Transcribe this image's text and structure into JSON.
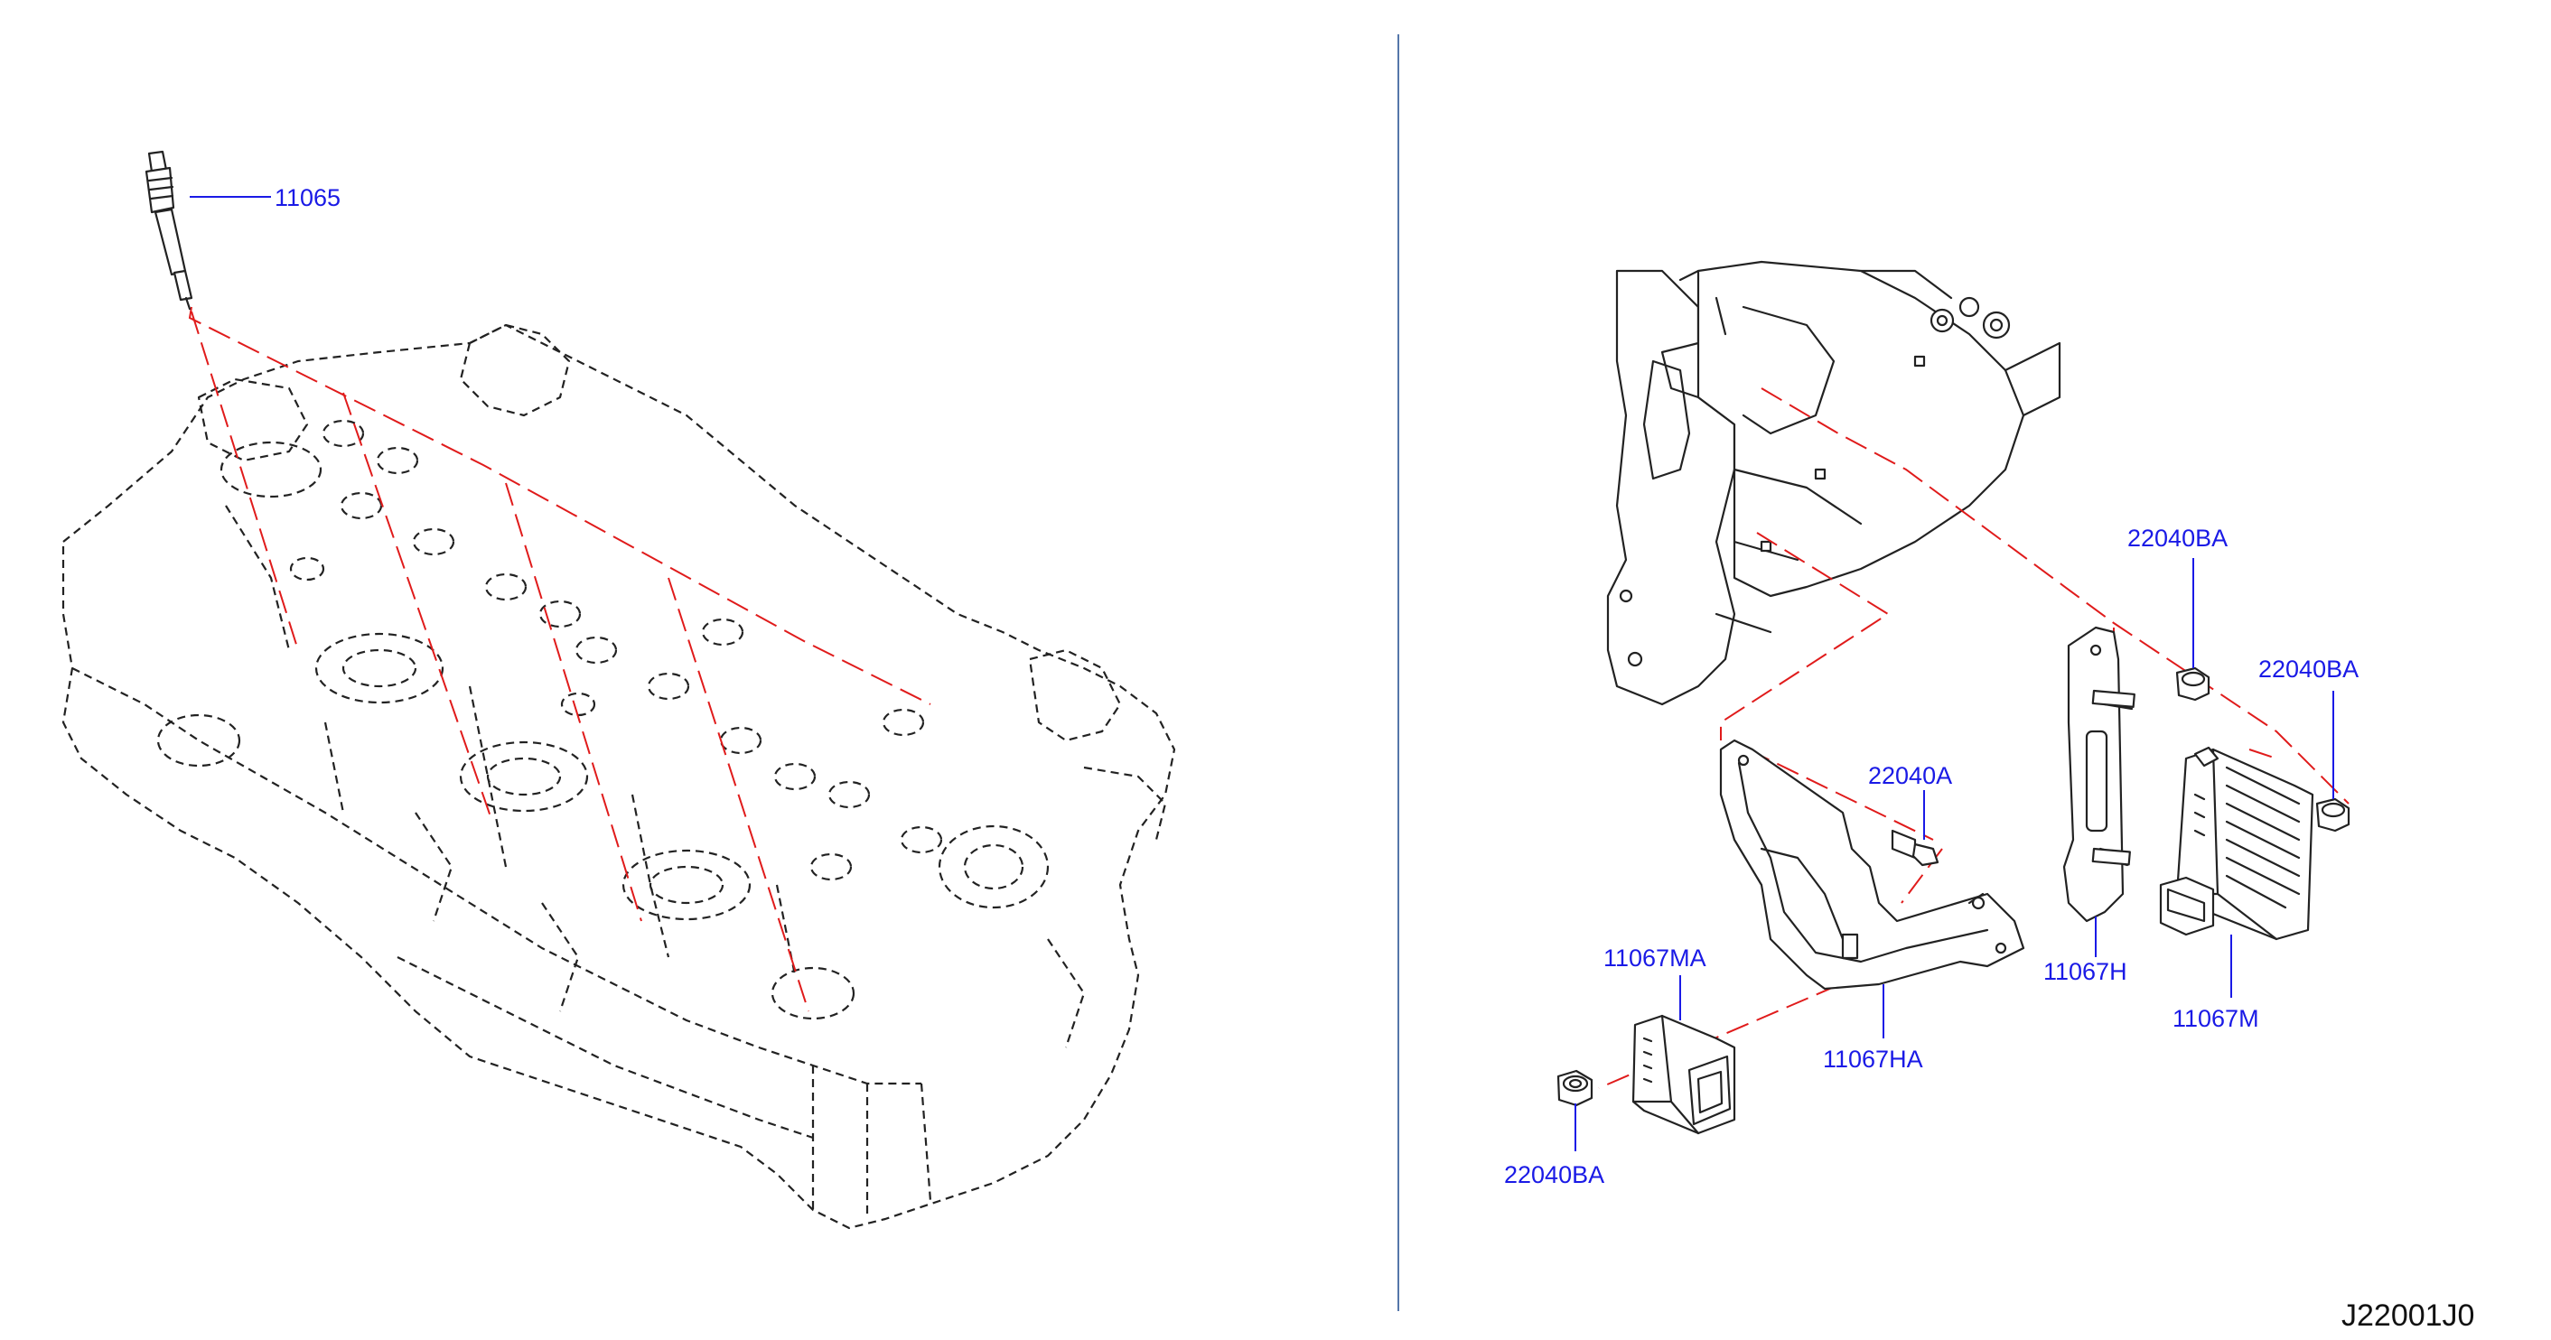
{
  "diagram_code": "J22001J0",
  "parts": {
    "glow_plug": "11065",
    "nut_upper_left": "22040BA",
    "nut_upper_right": "22040BA",
    "bolt": "22040A",
    "relay_ma": "11067MA",
    "bracket_h": "11067H",
    "bracket_ha": "11067HA",
    "controller_m": "11067M",
    "nut_lower": "22040BA"
  },
  "colors": {
    "callout_text": "#1a1ae6",
    "leader_line": "#e01b1b",
    "divider": "#5577aa"
  }
}
